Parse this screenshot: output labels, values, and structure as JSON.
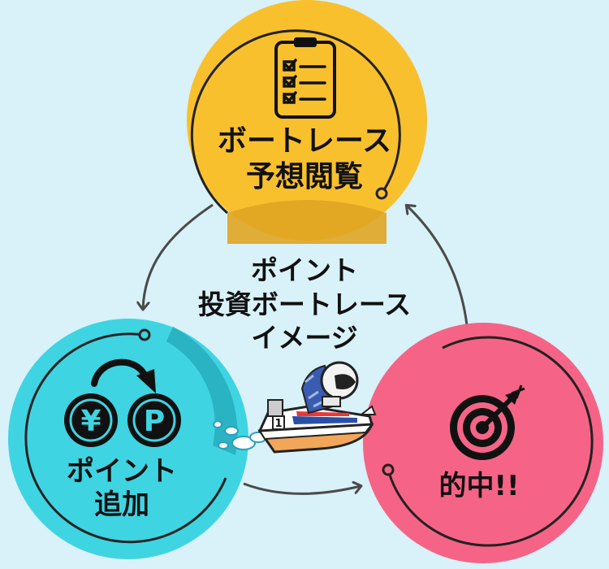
{
  "colors": {
    "background": "#d9f1f8",
    "yellow": "#f9c02e",
    "cyan": "#3fd4e2",
    "pink": "#f56486",
    "line": "#4a4a4a",
    "icon": "#111111"
  },
  "nodes": {
    "yosou": {
      "line1": "ボートレース",
      "line2": "予想閲覧",
      "icon": "clipboard-checklist-icon"
    },
    "point": {
      "line1": "ポイント",
      "line2": "追加",
      "icon": "yen-to-point-icon",
      "yen_symbol": "¥",
      "point_symbol": "P"
    },
    "hit": {
      "label": "的中!!",
      "icon": "target-arrow-icon"
    }
  },
  "center": {
    "line1": "ポイント",
    "line2": "投資ボートレース",
    "line3": "イメージ",
    "boat_number": "1",
    "illustration": "boat-racer-illustration"
  }
}
